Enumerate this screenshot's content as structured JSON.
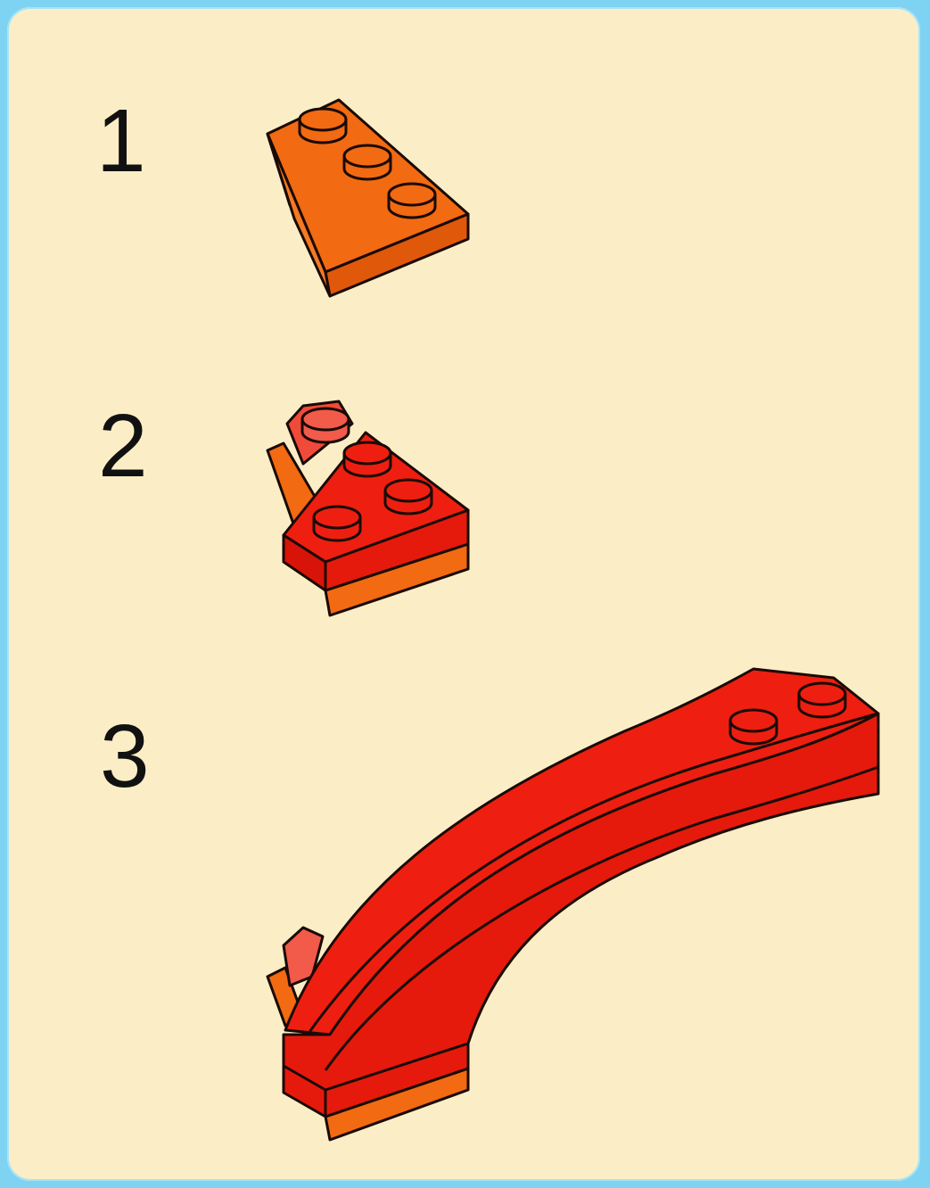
{
  "instruction_page": {
    "title": "",
    "steps": [
      {
        "number": "1",
        "description_icon": "orange-wedge-plate-icon"
      },
      {
        "number": "2",
        "description_icon": "red-plate-on-wedge-icon"
      },
      {
        "number": "3",
        "description_icon": "red-curved-arch-icon"
      }
    ]
  },
  "colors": {
    "background_outer": "#7fd3f2",
    "panel": "#fbeec6",
    "brick_orange": "#f26a12",
    "brick_orange_dark": "#e0580a",
    "brick_red": "#ee1f10",
    "brick_red_dark": "#d81408",
    "outline": "#1a0a05",
    "number_text": "#111111"
  }
}
